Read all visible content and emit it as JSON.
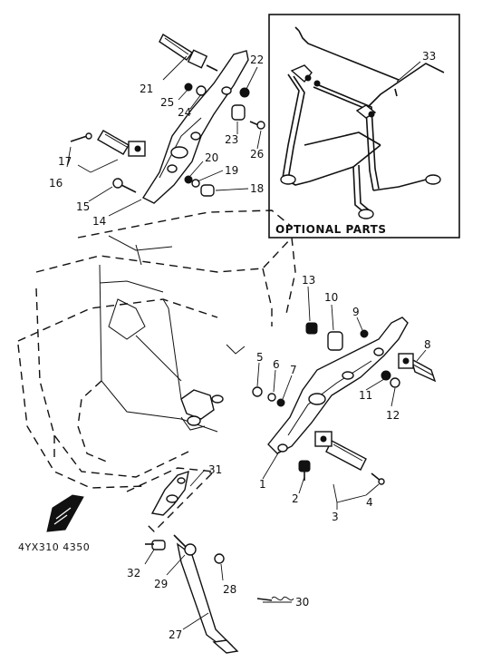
{
  "diagram": {
    "optional_title": "OPTIONAL PARTS",
    "code": "4YX310 4350",
    "labels": {
      "n1": "1",
      "n2": "2",
      "n3": "3",
      "n4": "4",
      "n5": "5",
      "n6": "6",
      "n7": "7",
      "n8": "8",
      "n9": "9",
      "n10": "10",
      "n11": "11",
      "n12": "12",
      "n13": "13",
      "n14": "14",
      "n15": "15",
      "n16": "16",
      "n17": "17",
      "n18": "18",
      "n19": "19",
      "n20": "20",
      "n21": "21",
      "n22": "22",
      "n23": "23",
      "n24": "24",
      "n25": "25",
      "n26": "26",
      "n27": "27",
      "n28": "28",
      "n29": "29",
      "n30": "30",
      "n31": "31",
      "n32": "32",
      "n33": "33"
    }
  }
}
